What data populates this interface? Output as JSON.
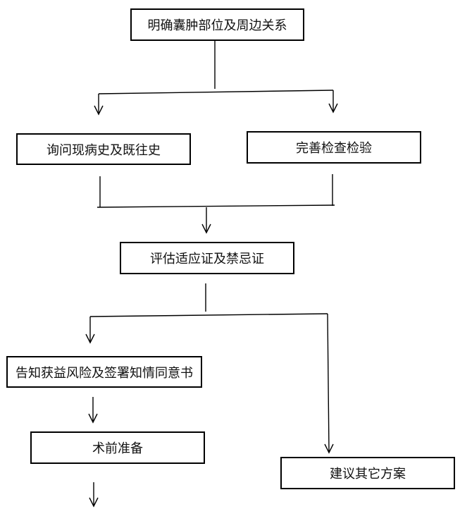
{
  "nodes": {
    "clarify_location": "明确囊肿部位及周边关系",
    "ask_history": "询问现病史及既往史",
    "complete_exam": "完善检查检验",
    "assess_indications": "评估适应证及禁忌证",
    "inform_consent": "告知获益风险及签署知情同意书",
    "preop_prep": "术前准备",
    "suggest_alternatives": "建议其它方案"
  },
  "colors": {
    "line": "#000000",
    "text": "#111111",
    "background": "#ffffff"
  }
}
